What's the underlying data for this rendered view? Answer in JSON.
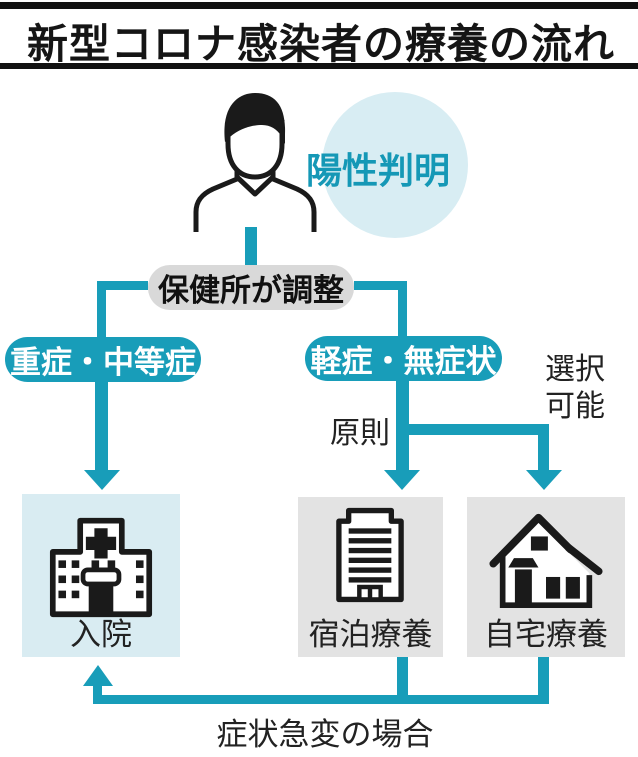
{
  "title": "新型コロナ感染者の療養の流れ",
  "colors": {
    "accent_teal": "#189db9",
    "light_blue_fill": "#d8edf3",
    "hospital_box_fill": "#d9ecf2",
    "gray_box_fill": "#e3e3e3",
    "coordinator_fill": "#d9d9d9",
    "text_black": "#1a1a1a"
  },
  "flow": {
    "patient_icon": "person-icon",
    "positive_label": "陽性判明",
    "coordinator_label": "保健所が調整",
    "severe_label": "重症・中等症",
    "mild_label": "軽症・無症状",
    "principle_label": "原則",
    "optional_label": "選択\n可能",
    "sudden_change_label": "症状急変の場合",
    "destinations": [
      {
        "label": "入院",
        "icon": "hospital-icon"
      },
      {
        "label": "宿泊療養",
        "icon": "hotel-building-icon"
      },
      {
        "label": "自宅療養",
        "icon": "house-icon"
      }
    ]
  }
}
